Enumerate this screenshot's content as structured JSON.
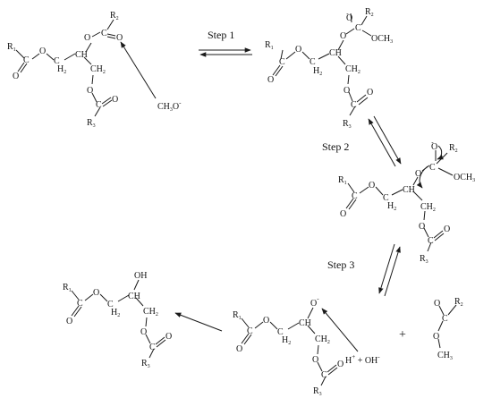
{
  "steps": [
    "Step 1",
    "Step 2",
    "Step 3"
  ],
  "atoms": {
    "R": "R",
    "C": "C",
    "O": "O",
    "H": "H",
    "OH": "OH",
    "OCH": "OCH",
    "CH": "CH",
    "CH3O": "CH",
    "minus": "-",
    "plus": "+",
    "H_plus_OH": "H",
    "plus_OH": " + OH"
  },
  "subs": {
    "one": "1",
    "two": "2",
    "three": "3"
  }
}
